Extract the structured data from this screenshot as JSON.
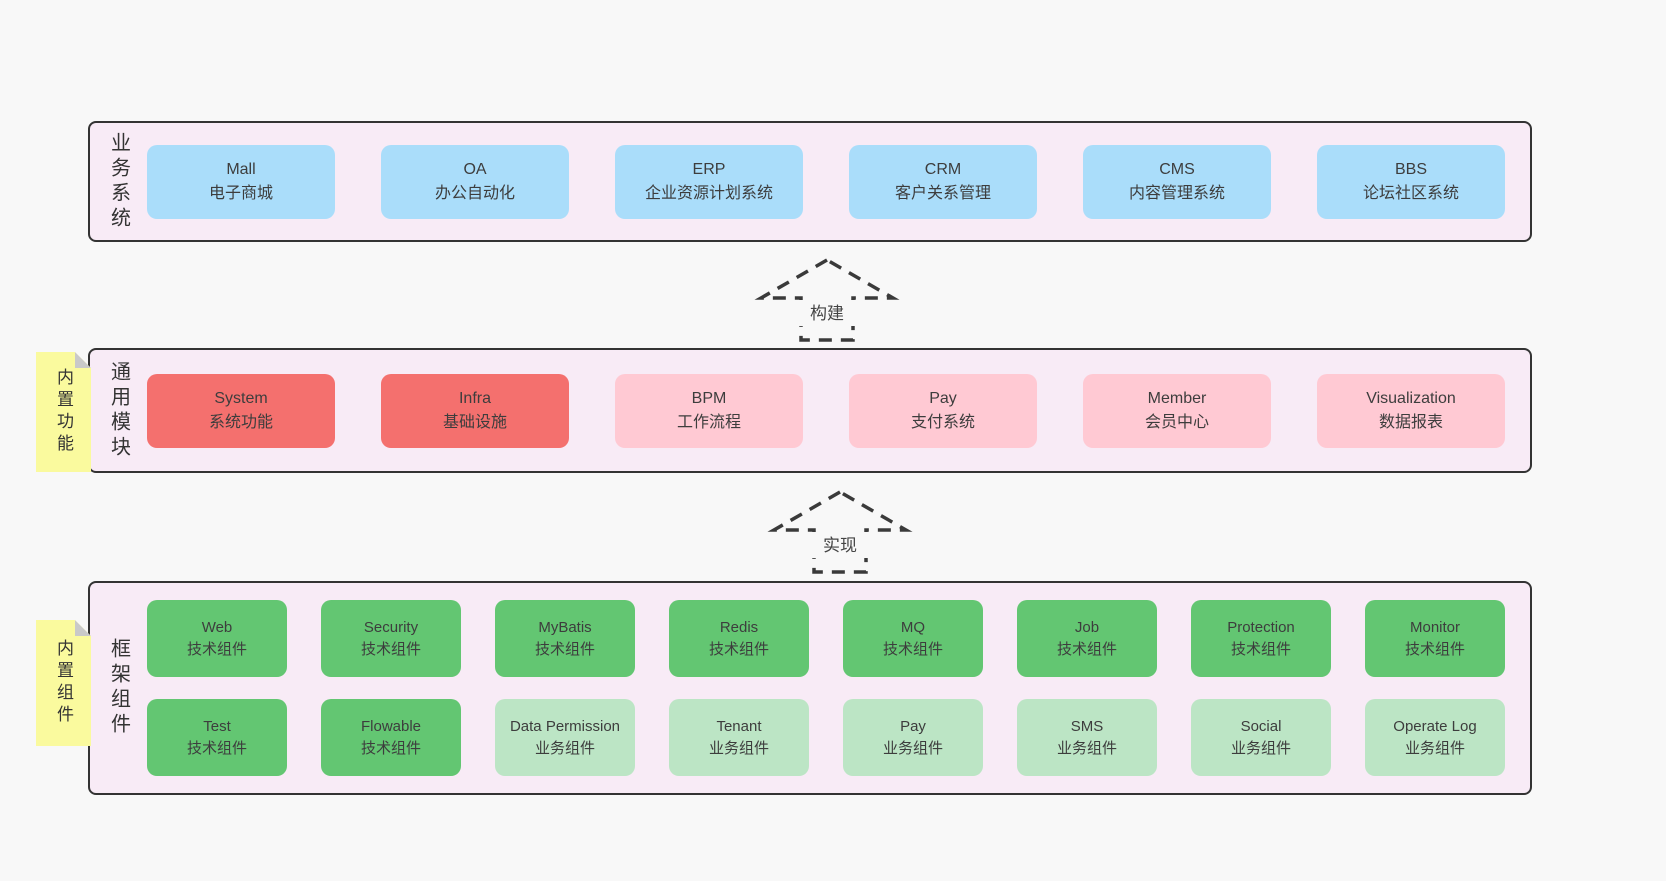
{
  "title": "yudao layered architecture diagram",
  "colors": {
    "page_bg": "#f8f8f8",
    "layer_bg": "#f8ebf6",
    "layer_border": "#333333",
    "blue": "#aaddfa",
    "red": "#f4706e",
    "pink": "#ffc9d3",
    "green": "#63c672",
    "green_light": "#bce5c5",
    "note_bg": "#fafa9e",
    "note_fold": "#c9c9c9",
    "text": "#3d3d3d"
  },
  "layers": [
    {
      "label": "业务系统",
      "rows": [
        [
          {
            "name": "Mall",
            "desc": "电子商城",
            "type": "blue"
          },
          {
            "name": "OA",
            "desc": "办公自动化",
            "type": "blue"
          },
          {
            "name": "ERP",
            "desc": "企业资源计划系统",
            "type": "blue"
          },
          {
            "name": "CRM",
            "desc": "客户关系管理",
            "type": "blue"
          },
          {
            "name": "CMS",
            "desc": "内容管理系统",
            "type": "blue"
          },
          {
            "name": "BBS",
            "desc": "论坛社区系统",
            "type": "blue"
          }
        ]
      ]
    },
    {
      "label": "通用模块",
      "note": "内置功能",
      "rows": [
        [
          {
            "name": "System",
            "desc": "系统功能",
            "type": "red"
          },
          {
            "name": "Infra",
            "desc": "基础设施",
            "type": "red"
          },
          {
            "name": "BPM",
            "desc": "工作流程",
            "type": "pink"
          },
          {
            "name": "Pay",
            "desc": "支付系统",
            "type": "pink"
          },
          {
            "name": "Member",
            "desc": "会员中心",
            "type": "pink"
          },
          {
            "name": "Visualization",
            "desc": "数据报表",
            "type": "pink"
          }
        ]
      ]
    },
    {
      "label": "框架组件",
      "note": "内置组件",
      "rows": [
        [
          {
            "name": "Web",
            "desc": "技术组件",
            "type": "green"
          },
          {
            "name": "Security",
            "desc": "技术组件",
            "type": "green"
          },
          {
            "name": "MyBatis",
            "desc": "技术组件",
            "type": "green"
          },
          {
            "name": "Redis",
            "desc": "技术组件",
            "type": "green"
          },
          {
            "name": "MQ",
            "desc": "技术组件",
            "type": "green"
          },
          {
            "name": "Job",
            "desc": "技术组件",
            "type": "green"
          },
          {
            "name": "Protection",
            "desc": "技术组件",
            "type": "green"
          },
          {
            "name": "Monitor",
            "desc": "技术组件",
            "type": "green"
          }
        ],
        [
          {
            "name": "Test",
            "desc": "技术组件",
            "type": "green"
          },
          {
            "name": "Flowable",
            "desc": "技术组件",
            "type": "green"
          },
          {
            "name": "Data Permission",
            "desc": "业务组件",
            "type": "green_light"
          },
          {
            "name": "Tenant",
            "desc": "业务组件",
            "type": "green_light"
          },
          {
            "name": "Pay",
            "desc": "业务组件",
            "type": "green_light"
          },
          {
            "name": "SMS",
            "desc": "业务组件",
            "type": "green_light"
          },
          {
            "name": "Social",
            "desc": "业务组件",
            "type": "green_light"
          },
          {
            "name": "Operate Log",
            "desc": "业务组件",
            "type": "green_light"
          }
        ]
      ]
    }
  ],
  "arrows": [
    {
      "label": "构建"
    },
    {
      "label": "实现"
    }
  ]
}
